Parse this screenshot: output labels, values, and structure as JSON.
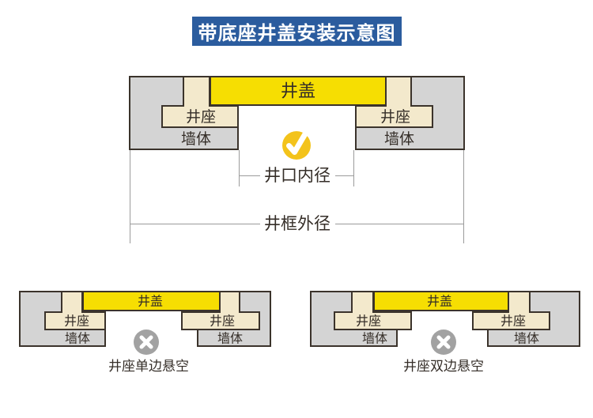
{
  "title": {
    "text": "带底座井盖安装示意图"
  },
  "colors": {
    "title_bg": "#2B5C9E",
    "title_text": "#FFFFFF",
    "wall_fill": "#D4D4D4",
    "seat_fill": "#F3E9CC",
    "cover_fill": "#F6DE02",
    "outline": "#3B332B",
    "check_badge": "#F3C31B",
    "cross_badge": "#A2A2A2",
    "badge_glyph": "#FFFFFF",
    "dim_line": "#9B9B9B",
    "label_text": "#352E28"
  },
  "main_diagram": {
    "cover_label": "井盖",
    "left_seat_label": "井座",
    "left_wall_label": "墙体",
    "right_seat_label": "井座",
    "right_wall_label": "墙体",
    "inner_dim_label": "井口内径",
    "outer_dim_label": "井框外径",
    "status": "correct"
  },
  "bottom_left_diagram": {
    "cover_label": "井盖",
    "left_seat_label": "井座",
    "left_wall_label": "墙体",
    "right_seat_label": "井座",
    "right_wall_label": "墙体",
    "caption": "井座单边悬空",
    "status": "incorrect"
  },
  "bottom_right_diagram": {
    "cover_label": "井盖",
    "left_seat_label": "井座",
    "left_wall_label": "墙体",
    "right_seat_label": "井座",
    "right_wall_label": "墙体",
    "caption": "井座双边悬空",
    "status": "incorrect"
  }
}
